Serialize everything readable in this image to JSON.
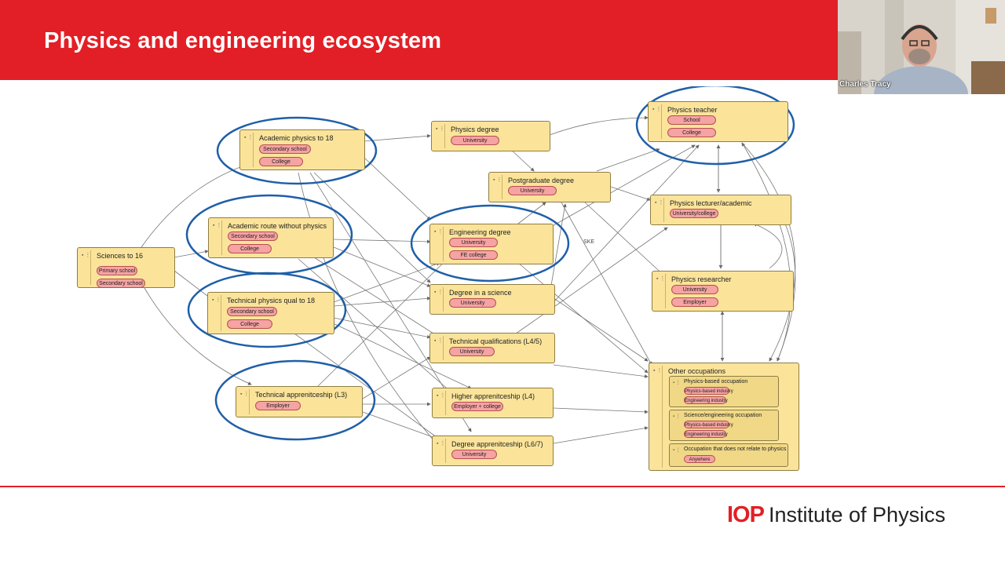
{
  "slide": {
    "title": "Physics and engineering ecosystem"
  },
  "video": {
    "caption": "Charles Tracy"
  },
  "logo": {
    "mark": "IOP",
    "text": "Institute of Physics"
  },
  "colors": {
    "header_red": "#e21f26",
    "node_fill": "#fbe49a",
    "tag_fill": "#f5a3a3",
    "highlight_ring": "#1f5fa8"
  },
  "diagram": {
    "edge_label": "SKE",
    "nodes": {
      "sciences16": {
        "label": "Sciences to 16",
        "tags": [
          "Primary school",
          "Secondary school"
        ]
      },
      "academic18": {
        "label": "Academic physics to 18",
        "tags": [
          "Secondary school",
          "College"
        ]
      },
      "academicNoPhys": {
        "label": "Academic route without physics",
        "tags": [
          "Secondary school",
          "College"
        ]
      },
      "technical18": {
        "label": "Technical physics qual to 18",
        "tags": [
          "Secondary school",
          "College"
        ]
      },
      "techApprentice": {
        "label": "Technical apprenitceship (L3)",
        "tags": [
          "Employer"
        ]
      },
      "physicsDegree": {
        "label": "Physics degree",
        "tags": [
          "University"
        ]
      },
      "postgrad": {
        "label": "Postgraduate degree",
        "tags": [
          "University"
        ]
      },
      "engDegree": {
        "label": "Engineering degree",
        "tags": [
          "University",
          "FE college"
        ]
      },
      "scienceDegree": {
        "label": "Degree in a science",
        "tags": [
          "University"
        ]
      },
      "techQuals": {
        "label": "Technical qualifications (L4/5)",
        "tags": [
          "University"
        ]
      },
      "higherApprentice": {
        "label": "Higher apprenitceship (L4)",
        "tags": [
          "Employer + college"
        ]
      },
      "degreeApprentice": {
        "label": "Degree apprenitceship (L6/7)",
        "tags": [
          "University"
        ]
      },
      "physicsTeacher": {
        "label": "Physics teacher",
        "tags": [
          "School",
          "College"
        ]
      },
      "lecturer": {
        "label": "Physics lecturer/academic",
        "tags": [
          "University/college"
        ]
      },
      "researcher": {
        "label": "Physics researcher",
        "tags": [
          "University",
          "Employer"
        ]
      },
      "otherOcc": {
        "label": "Other occupations",
        "tags": []
      }
    },
    "sub_nodes": {
      "physicsBased": {
        "label": "Physics-based occupation",
        "tags": [
          "Physics-based industry",
          "Engineering industry"
        ]
      },
      "sciEng": {
        "label": "Science/engineering occupation",
        "tags": [
          "Physics-based industry",
          "Engineering industry"
        ]
      },
      "notRelated": {
        "label": "Occupation that does not relate to physics",
        "tags": [
          "Anywhere"
        ]
      }
    }
  }
}
